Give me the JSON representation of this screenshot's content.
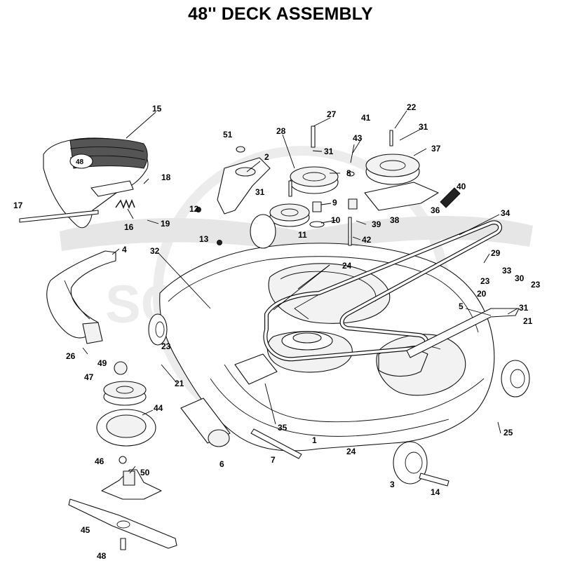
{
  "title": "48'' DECK ASSEMBLY",
  "callouts": [
    {
      "id": "c1",
      "label": "1"
    },
    {
      "id": "c2",
      "label": "2"
    },
    {
      "id": "c3",
      "label": "3"
    },
    {
      "id": "c4",
      "label": "4"
    },
    {
      "id": "c5",
      "label": "5"
    },
    {
      "id": "c6",
      "label": "6"
    },
    {
      "id": "c7",
      "label": "7"
    },
    {
      "id": "c8",
      "label": "8"
    },
    {
      "id": "c9",
      "label": "9"
    },
    {
      "id": "c10",
      "label": "10"
    },
    {
      "id": "c11",
      "label": "11"
    },
    {
      "id": "c12",
      "label": "12"
    },
    {
      "id": "c13",
      "label": "13"
    },
    {
      "id": "c14",
      "label": "14"
    },
    {
      "id": "c15",
      "label": "15"
    },
    {
      "id": "c16",
      "label": "16"
    },
    {
      "id": "c17",
      "label": "17"
    },
    {
      "id": "c18",
      "label": "18"
    },
    {
      "id": "c19",
      "label": "19"
    },
    {
      "id": "c20",
      "label": "20"
    },
    {
      "id": "c21a",
      "label": "21"
    },
    {
      "id": "c21b",
      "label": "21"
    },
    {
      "id": "c22",
      "label": "22"
    },
    {
      "id": "c23a",
      "label": "23"
    },
    {
      "id": "c23b",
      "label": "23"
    },
    {
      "id": "c23c",
      "label": "23"
    },
    {
      "id": "c24a",
      "label": "24"
    },
    {
      "id": "c24b",
      "label": "24"
    },
    {
      "id": "c25",
      "label": "25"
    },
    {
      "id": "c26",
      "label": "26"
    },
    {
      "id": "c27",
      "label": "27"
    },
    {
      "id": "c28",
      "label": "28"
    },
    {
      "id": "c29",
      "label": "29"
    },
    {
      "id": "c30",
      "label": "30"
    },
    {
      "id": "c31a",
      "label": "31"
    },
    {
      "id": "c31b",
      "label": "31"
    },
    {
      "id": "c31c",
      "label": "31"
    },
    {
      "id": "c31d",
      "label": "31"
    },
    {
      "id": "c32",
      "label": "32"
    },
    {
      "id": "c33",
      "label": "33"
    },
    {
      "id": "c34",
      "label": "34"
    },
    {
      "id": "c35",
      "label": "35"
    },
    {
      "id": "c36",
      "label": "36"
    },
    {
      "id": "c37",
      "label": "37"
    },
    {
      "id": "c38",
      "label": "38"
    },
    {
      "id": "c39",
      "label": "39"
    },
    {
      "id": "c40",
      "label": "40"
    },
    {
      "id": "c41",
      "label": "41"
    },
    {
      "id": "c42",
      "label": "42"
    },
    {
      "id": "c43",
      "label": "43"
    },
    {
      "id": "c44",
      "label": "44"
    },
    {
      "id": "c45",
      "label": "45"
    },
    {
      "id": "c46",
      "label": "46"
    },
    {
      "id": "c47",
      "label": "47"
    },
    {
      "id": "c48",
      "label": "48"
    },
    {
      "id": "c49",
      "label": "49"
    },
    {
      "id": "c50",
      "label": "50"
    },
    {
      "id": "c51",
      "label": "51"
    }
  ],
  "chute_marking": "48",
  "watermark": "SCOOTER"
}
